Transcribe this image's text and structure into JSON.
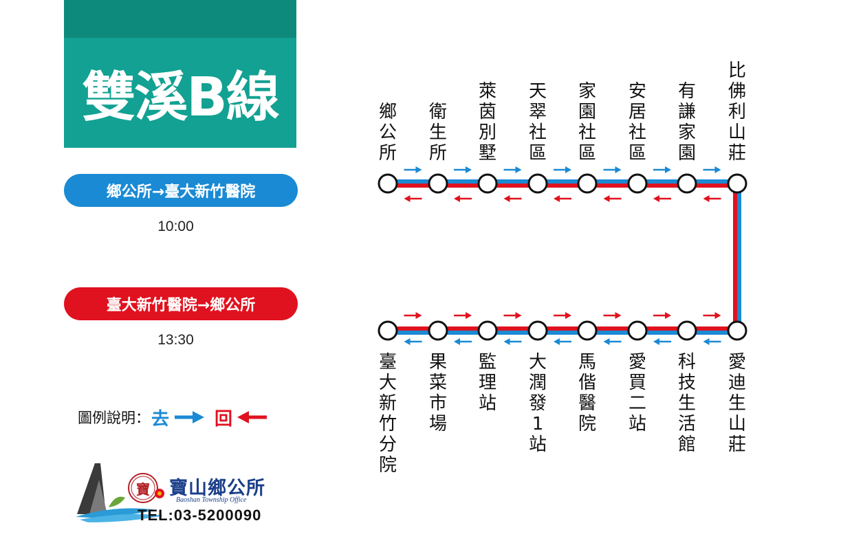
{
  "title": "雙溪B線",
  "direction_go": {
    "label": "鄉公所→臺大新竹醫院",
    "time": "10:00",
    "color": "#1a8ad4"
  },
  "direction_back": {
    "label": "臺大新竹醫院→鄉公所",
    "time": "13:30",
    "color": "#e0121f"
  },
  "legend": {
    "label": "圖例說明：",
    "go": "去",
    "back": "回"
  },
  "stops_top": [
    "鄉公所",
    "衛生所",
    "萊茵別墅",
    "天翠社區",
    "家園社區",
    "安居社區",
    "有謙家園",
    "比佛利山莊"
  ],
  "stops_bottom": [
    "臺大新竹分院",
    "果菜市場",
    "監理站",
    "大潤發1站",
    "馬偕醫院",
    "愛買二站",
    "科技生活館",
    "愛迪生山莊"
  ],
  "logo": {
    "name": "寶山鄉公所",
    "subtitle": "Baoshan Township Office",
    "seal": "寶"
  },
  "contact": {
    "tel": "TEL:03-5200090"
  }
}
